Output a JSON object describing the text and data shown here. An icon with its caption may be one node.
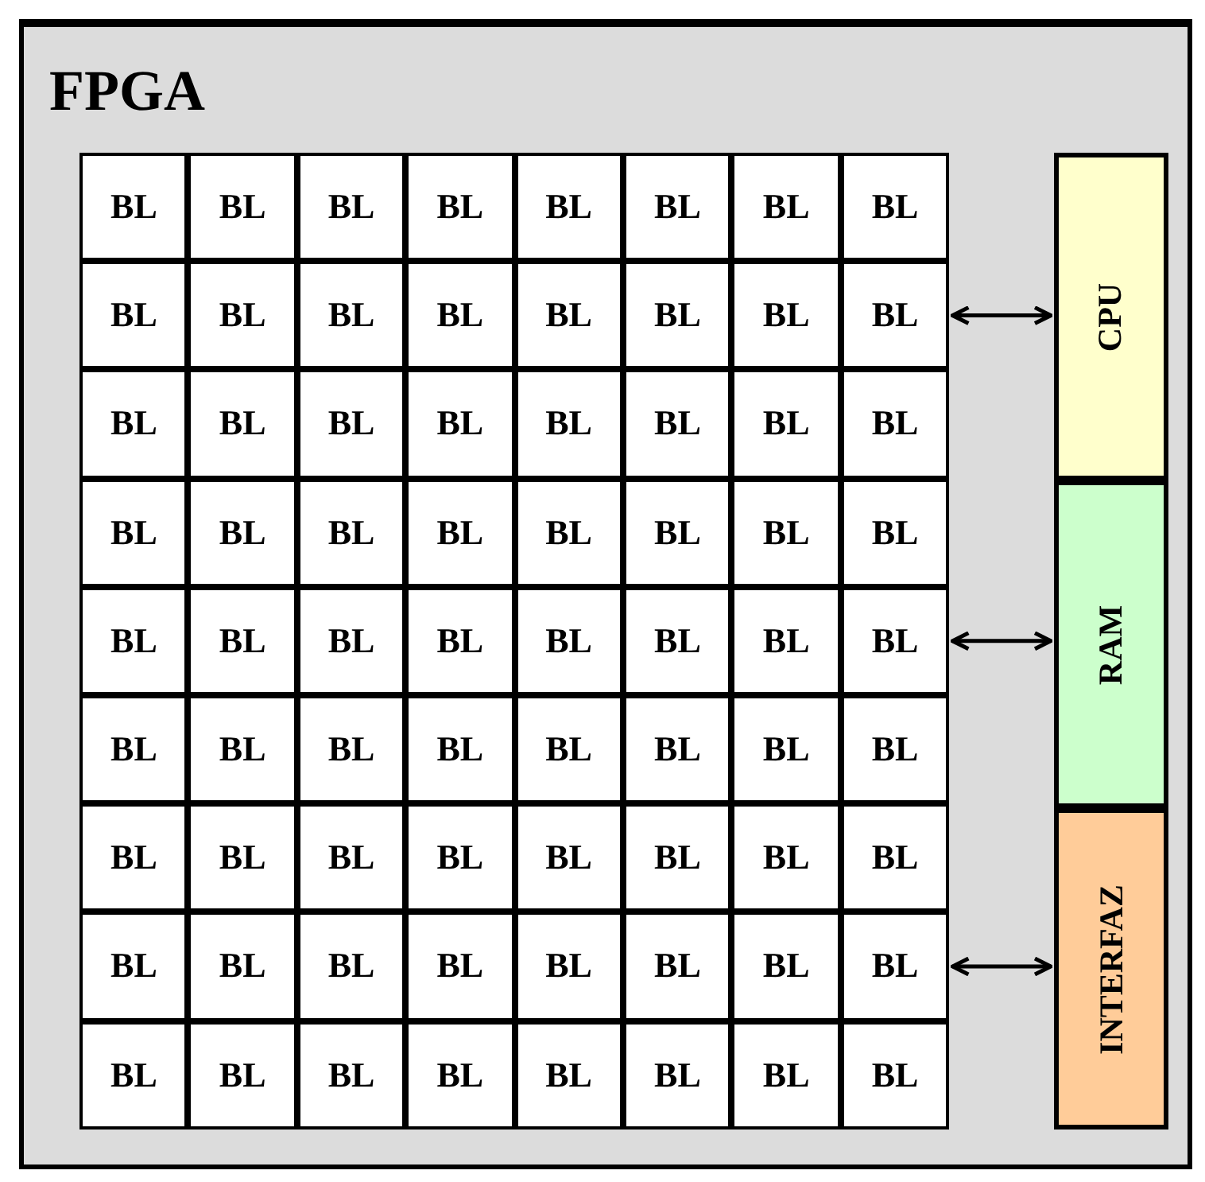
{
  "diagram": {
    "nodes": [
      {
        "text": [
          "FPGA"
        ]
      },
      {
        "text": [
          "BL"
        ],
        "in": 0
      },
      {
        "text": [
          "BL"
        ],
        "in": 0
      },
      {
        "text": [
          "BL"
        ],
        "in": 0
      },
      {
        "text": [
          "BL"
        ],
        "in": 0
      },
      {
        "text": [
          "BL"
        ],
        "in": 0
      },
      {
        "text": [
          "BL"
        ],
        "in": 0
      },
      {
        "text": [
          "BL"
        ],
        "in": 0
      },
      {
        "text": [
          "BL"
        ],
        "in": 0
      },
      {
        "text": [
          "BL"
        ],
        "in": 0
      },
      {
        "text": [
          "BL"
        ],
        "in": 0
      },
      {
        "text": [
          "BL"
        ],
        "in": 0
      },
      {
        "text": [
          "BL"
        ],
        "in": 0
      },
      {
        "text": [
          "BL"
        ],
        "in": 0
      },
      {
        "text": [
          "BL"
        ],
        "in": 0
      },
      {
        "text": [
          "BL"
        ],
        "in": 0
      },
      {
        "text": [
          "BL"
        ],
        "in": 0
      },
      {
        "text": [
          "BL"
        ],
        "in": 0
      },
      {
        "text": [
          "BL"
        ],
        "in": 0
      },
      {
        "text": [
          "BL"
        ],
        "in": 0
      },
      {
        "text": [
          "BL"
        ],
        "in": 0
      },
      {
        "text": [
          "BL"
        ],
        "in": 0
      },
      {
        "text": [
          "BL"
        ],
        "in": 0
      },
      {
        "text": [
          "BL"
        ],
        "in": 0
      },
      {
        "text": [
          "BL"
        ],
        "in": 0
      },
      {
        "text": [
          "BL"
        ],
        "in": 0
      },
      {
        "text": [
          "BL"
        ],
        "in": 0
      },
      {
        "text": [
          "BL"
        ],
        "in": 0
      },
      {
        "text": [
          "BL"
        ],
        "in": 0
      },
      {
        "text": [
          "BL"
        ],
        "in": 0
      },
      {
        "text": [
          "BL"
        ],
        "in": 0
      },
      {
        "text": [
          "BL"
        ],
        "in": 0
      },
      {
        "text": [
          "BL"
        ],
        "in": 0
      },
      {
        "text": [
          "BL"
        ],
        "in": 0
      },
      {
        "text": [
          "BL"
        ],
        "in": 0
      },
      {
        "text": [
          "BL"
        ],
        "in": 0
      },
      {
        "text": [
          "BL"
        ],
        "in": 0
      },
      {
        "text": [
          "BL"
        ],
        "in": 0
      },
      {
        "text": [
          "BL"
        ],
        "in": 0
      },
      {
        "text": [
          "BL"
        ],
        "in": 0
      },
      {
        "text": [
          "BL"
        ],
        "in": 0
      },
      {
        "text": [
          "BL"
        ],
        "in": 0
      },
      {
        "text": [
          "BL"
        ],
        "in": 0
      },
      {
        "text": [
          "BL"
        ],
        "in": 0
      },
      {
        "text": [
          "BL"
        ],
        "in": 0
      },
      {
        "text": [
          "BL"
        ],
        "in": 0
      },
      {
        "text": [
          "BL"
        ],
        "in": 0
      },
      {
        "text": [
          "BL"
        ],
        "in": 0
      },
      {
        "text": [
          "BL"
        ],
        "in": 0
      },
      {
        "text": [
          "BL"
        ],
        "in": 0
      },
      {
        "text": [
          "BL"
        ],
        "in": 0
      },
      {
        "text": [
          "BL"
        ],
        "in": 0
      },
      {
        "text": [
          "BL"
        ],
        "in": 0
      },
      {
        "text": [
          "BL"
        ],
        "in": 0
      },
      {
        "text": [
          "BL"
        ],
        "in": 0
      },
      {
        "text": [
          "BL"
        ],
        "in": 0
      },
      {
        "text": [
          "BL"
        ],
        "in": 0
      },
      {
        "text": [
          "BL"
        ],
        "in": 0
      },
      {
        "text": [
          "BL"
        ],
        "in": 0
      },
      {
        "text": [
          "BL"
        ],
        "in": 0
      },
      {
        "text": [
          "BL"
        ],
        "in": 0
      },
      {
        "text": [
          "BL"
        ],
        "in": 0
      },
      {
        "text": [
          "BL"
        ],
        "in": 0
      },
      {
        "text": [
          "BL"
        ],
        "in": 0
      },
      {
        "text": [
          "BL"
        ],
        "in": 0
      },
      {
        "text": [
          "BL"
        ],
        "in": 0
      },
      {
        "text": [
          "BL"
        ],
        "in": 0
      },
      {
        "text": [
          "BL"
        ],
        "in": 0
      },
      {
        "text": [
          "BL"
        ],
        "in": 0
      },
      {
        "text": [
          "BL"
        ],
        "in": 0
      },
      {
        "text": [
          "BL"
        ],
        "in": 0
      },
      {
        "text": [
          "BL"
        ],
        "in": 0
      },
      {
        "text": [
          "BL"
        ],
        "in": 0
      },
      {
        "text": [
          "CPU"
        ],
        "in": 0
      },
      {
        "text": [
          "RAM"
        ],
        "in": 0
      },
      {
        "text": [
          "INTERFAZ"
        ],
        "in": 0
      }
    ],
    "edges": [
      {
        "from": 16,
        "to": 73,
        "arrow": "both"
      },
      {
        "from": 40,
        "to": 74,
        "arrow": "both"
      },
      {
        "from": 64,
        "to": 75,
        "arrow": "both"
      }
    ]
  }
}
